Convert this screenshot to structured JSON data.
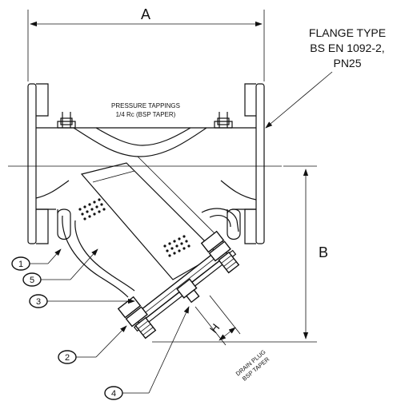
{
  "dimensions": {
    "a": "A",
    "b": "B",
    "h": "H"
  },
  "annotations": {
    "flange_line1": "FLANGE TYPE",
    "flange_line2": "BS EN 1092-2,",
    "flange_line3": "PN25",
    "tappings_line1": "PRESSURE TAPPINGS",
    "tappings_line2": "1/4 Rc (BSP TAPER)",
    "drain_line1": "DRAIN PLUG",
    "drain_line2": "BSP TAPER"
  },
  "part_callouts": [
    {
      "number": "1"
    },
    {
      "number": "5"
    },
    {
      "number": "3"
    },
    {
      "number": "2"
    },
    {
      "number": "4"
    }
  ]
}
